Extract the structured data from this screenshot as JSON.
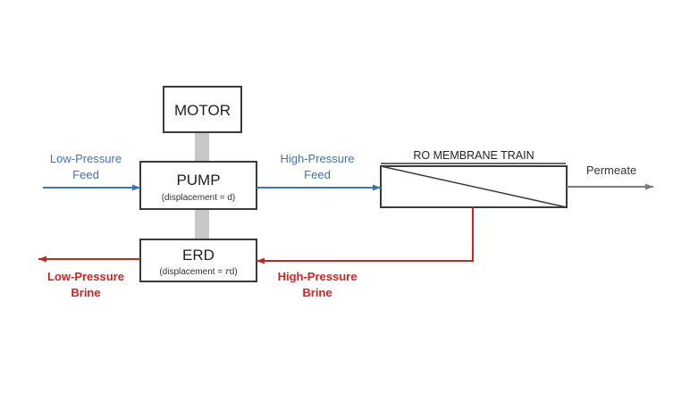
{
  "motor": {
    "label": "MOTOR"
  },
  "pump": {
    "label": "PUMP",
    "sublabel": "(displacement = d)"
  },
  "erd": {
    "label": "ERD",
    "sublabel_prefix": "(displacement = ",
    "sublabel_var": "r",
    "sublabel_suffix": "d)"
  },
  "membrane": {
    "label": "RO MEMBRANE TRAIN"
  },
  "streams": {
    "lp_feed": {
      "line1": "Low-Pressure",
      "line2": "Feed"
    },
    "hp_feed": {
      "line1": "High-Pressure",
      "line2": "Feed"
    },
    "permeate": {
      "label": "Permeate"
    },
    "hp_brine": {
      "line1": "High-Pressure",
      "line2": "Brine"
    },
    "lp_brine": {
      "line1": "Low-Pressure",
      "line2": "Brine"
    }
  },
  "colors": {
    "feed": "#3e72b8",
    "brine": "#d61f1f",
    "permeate": "#7a7a7a",
    "shaft": "#c8c8c8",
    "box_stroke": "#3a3a3a"
  }
}
